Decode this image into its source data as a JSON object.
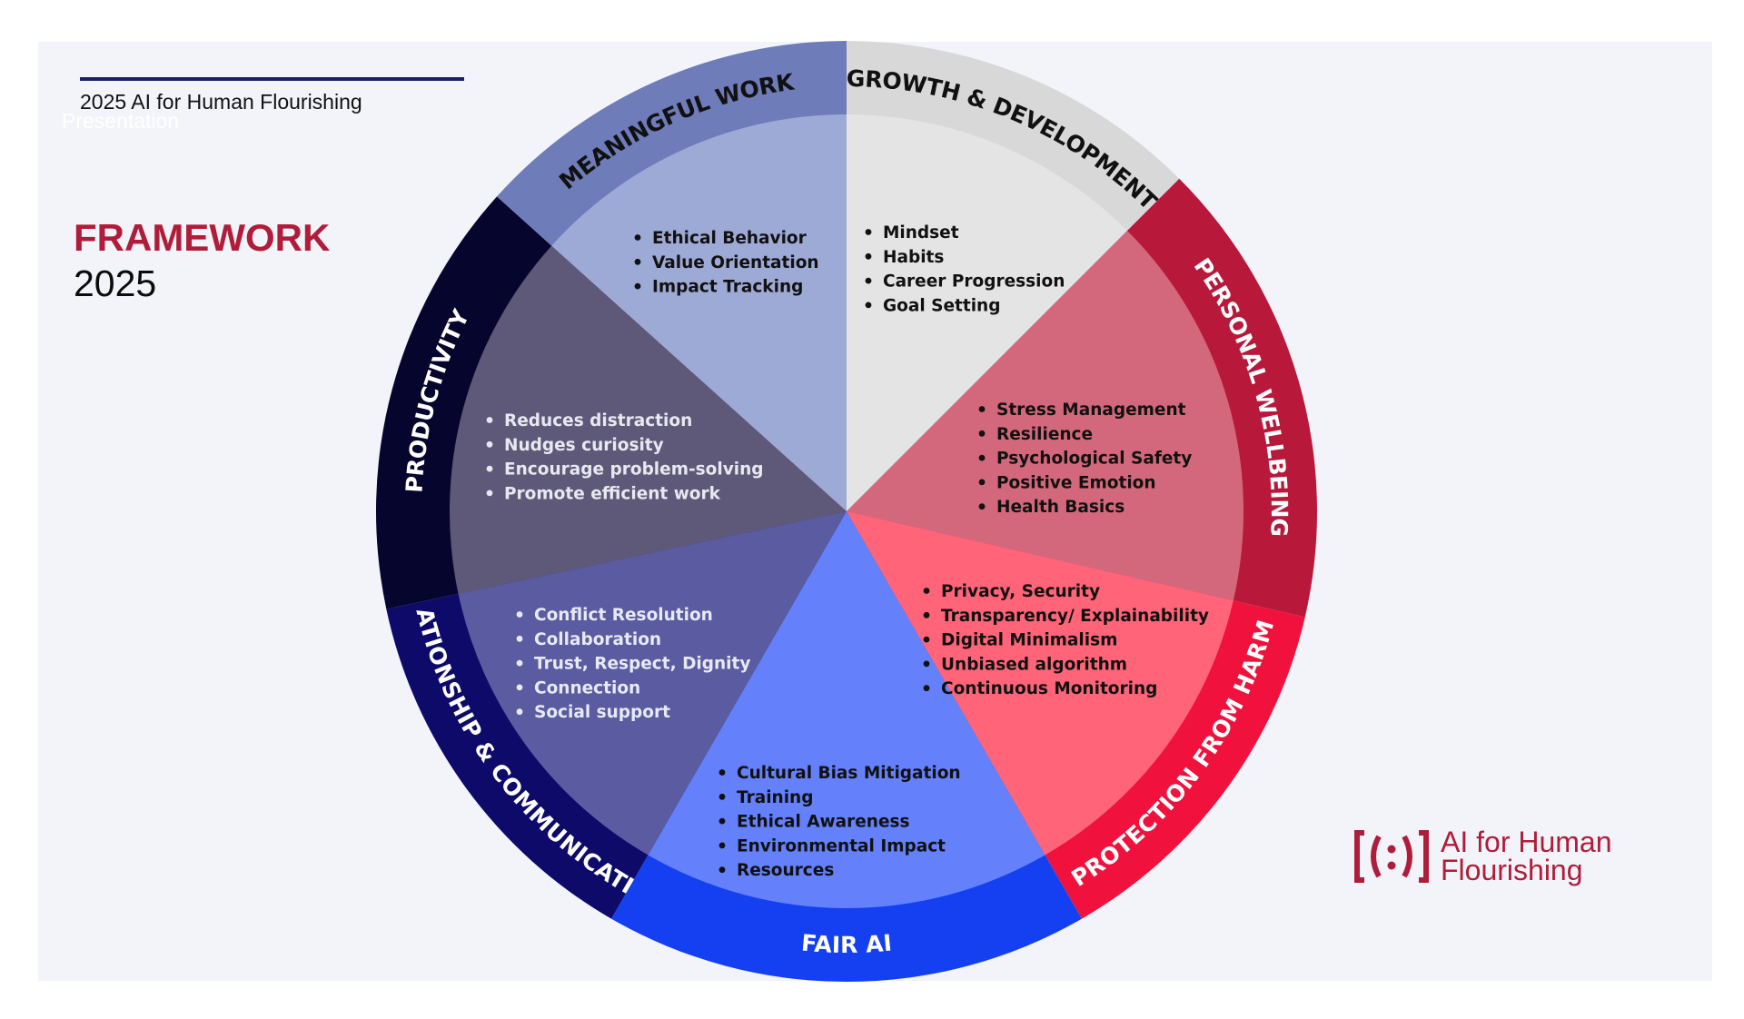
{
  "header": {
    "title": "2025 AI for Human Flourishing",
    "subtitle": "Presentation"
  },
  "framework": {
    "title": "FRAMEWORK",
    "year": "2025"
  },
  "wheel": {
    "segments": [
      {
        "key": "growth",
        "label": "GROWTH & DEVELOPMENT",
        "outer_color": "#d8d8d8",
        "inner_color": "#e4e4e4",
        "label_color": "#111111",
        "text_color": "#111111",
        "items": [
          "Mindset",
          "Habits",
          "Career Progression",
          "Goal Setting"
        ]
      },
      {
        "key": "wellbeing",
        "label": "PERSONAL WELLBEING",
        "outer_color": "#b8183a",
        "inner_color": "#d3687c",
        "label_color": "#ffffff",
        "text_color": "#111111",
        "items": [
          "Stress Management",
          "Resilience",
          "Psychological Safety",
          "Positive Emotion",
          "Health Basics"
        ]
      },
      {
        "key": "harm",
        "label": "PROTECTION FROM HARM",
        "outer_color": "#f0123c",
        "inner_color": "#ff6478",
        "label_color": "#ffffff",
        "text_color": "#111111",
        "items": [
          "Privacy, Security",
          "Transparency/ Explainability",
          "Digital Minimalism",
          "Unbiased algorithm",
          "Continuous Monitoring"
        ]
      },
      {
        "key": "fairai",
        "label": "FAIR AI",
        "outer_color": "#1440f2",
        "inner_color": "#6480fa",
        "label_color": "#ffffff",
        "text_color": "#111111",
        "items": [
          "Cultural Bias Mitigation",
          "Training",
          "Ethical Awareness",
          "Environmental Impact",
          "Resources"
        ]
      },
      {
        "key": "relationship",
        "label": "RELATIONSHIP & COMMUNICATION",
        "outer_color": "#0d0a6a",
        "inner_color": "#5a5ba0",
        "label_color": "#ffffff",
        "text_color": "#e8e9f6",
        "items": [
          "Conflict Resolution",
          "Collaboration",
          "Trust, Respect, Dignity",
          "Connection",
          "Social support"
        ]
      },
      {
        "key": "productivity",
        "label": "PRODUCTIVITY",
        "outer_color": "#06052e",
        "inner_color": "#5e5979",
        "label_color": "#ffffff",
        "text_color": "#e8e8f0",
        "items": [
          "Reduces distraction",
          "Nudges curiosity",
          "Encourage problem-solving",
          "Promote efficient work"
        ]
      },
      {
        "key": "meaningful",
        "label": "MEANINGFUL WORK",
        "outer_color": "#6e7cba",
        "inner_color": "#9eaad6",
        "label_color": "#111111",
        "text_color": "#111111",
        "items": [
          "Ethical Behavior",
          "Value Orientation",
          "Impact Tracking"
        ]
      }
    ]
  },
  "logo": {
    "line1": "AI for Human",
    "line2": "Flourishing",
    "color": "#b01d3a"
  }
}
